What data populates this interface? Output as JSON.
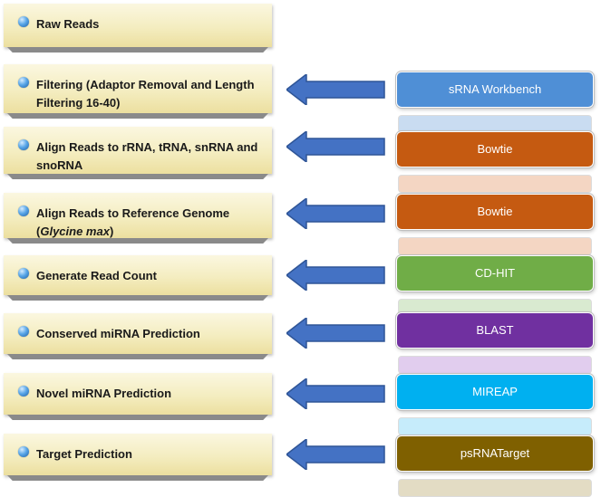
{
  "steps": [
    {
      "text": "Raw Reads"
    },
    {
      "text": "Filtering (Adaptor Removal and Length Filtering 16-40)"
    },
    {
      "text": "Align Reads to rRNA, tRNA, snRNA and snoRNA"
    },
    {
      "text_pre": "Align Reads to Reference Genome (",
      "text_italic": "Glycine max",
      "text_post": ")"
    },
    {
      "text": "Generate Read Count"
    },
    {
      "text": "Conserved miRNA Prediction"
    },
    {
      "text": "Novel miRNA Prediction"
    },
    {
      "text": "Target Prediction"
    }
  ],
  "tools": [
    {
      "label": "sRNA Workbench",
      "color": "#4f8fd6",
      "ghost": "#c9dcf1"
    },
    {
      "label": "Bowtie",
      "color": "#c55a11",
      "ghost": "#f4d6c3"
    },
    {
      "label": "Bowtie",
      "color": "#c55a11",
      "ghost": "#f4d6c3"
    },
    {
      "label": "CD-HIT",
      "color": "#70ad47",
      "ghost": "#d9ead0"
    },
    {
      "label": "BLAST",
      "color": "#7030a0",
      "ghost": "#e1cdee"
    },
    {
      "label": "MIREAP",
      "color": "#00b0f0",
      "ghost": "#c6ecfb"
    },
    {
      "label": "psRNATarget",
      "color": "#7f6000",
      "ghost": "#e3dcc4"
    }
  ],
  "colors": {
    "arrow_fill": "#4472c4",
    "arrow_stroke": "#2f5597"
  }
}
